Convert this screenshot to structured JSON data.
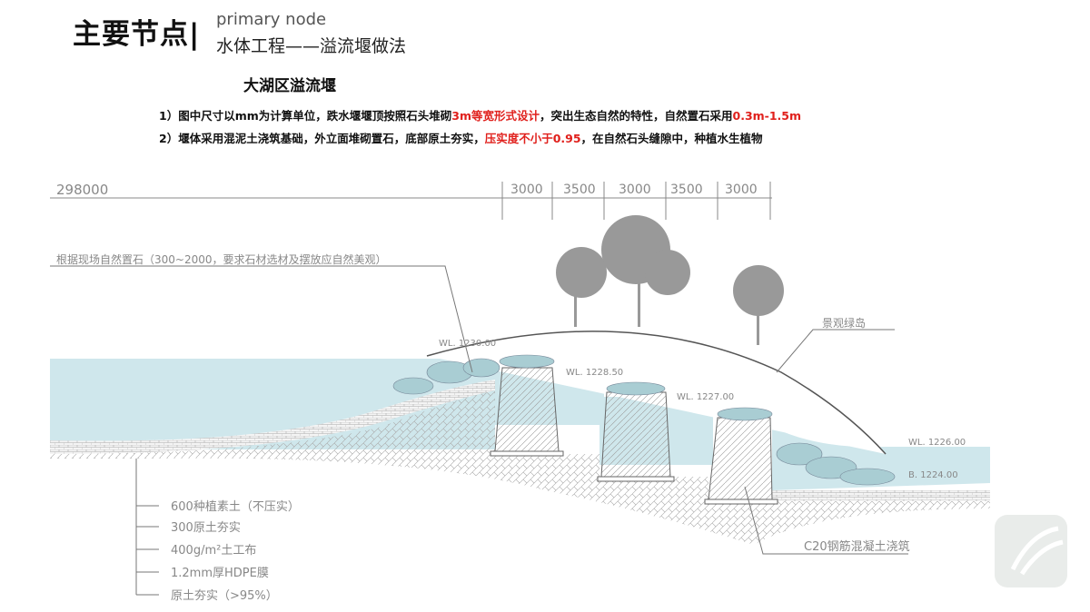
{
  "header": {
    "title": "主要节点|",
    "title_en": "primary node",
    "subtitle": "水体工程——溢流堰做法"
  },
  "section_heading": "大湖区溢流堰",
  "notes": [
    {
      "prefix": "1）图中尺寸以mm为计算单位，跌水堰堰顶按照石头堆砌",
      "highlight": "3m等宽形式设计",
      "middle": "，突出生态自然的特性，自然置石采用",
      "highlight2": "0.3m-1.5m",
      "suffix": ""
    },
    {
      "prefix": "2）堰体采用混泥土浇筑基础，外立面堆砌置石，底部原土夯实，",
      "highlight": "压实度不小于0.95",
      "middle": "，在自然石头缝隙中，种植水生植物",
      "highlight2": "",
      "suffix": ""
    }
  ],
  "diagram": {
    "total_dimension": "298000",
    "dimensions": [
      "3000",
      "3500",
      "3000",
      "3500",
      "3000"
    ],
    "stone_note": "根据现场自然置石（300~2000，要求石材选材及摆放应自然美观）",
    "island_label": "景观绿岛",
    "water_levels": [
      "WL. 1230.00",
      "WL. 1228.50",
      "WL. 1227.00",
      "WL. 1226.00",
      "B. 1224.00"
    ],
    "layers": [
      "600种植素土（不压实）",
      "300原土夯实",
      "400g/m²土工布",
      "1.2mm厚HDPE膜",
      "原土夯实（>95%）"
    ],
    "concrete_label": "C20钢筋混凝土浇筑"
  },
  "colors": {
    "water": "#cfe7ec",
    "accent_red": "#e0201c",
    "line": "#888888"
  }
}
